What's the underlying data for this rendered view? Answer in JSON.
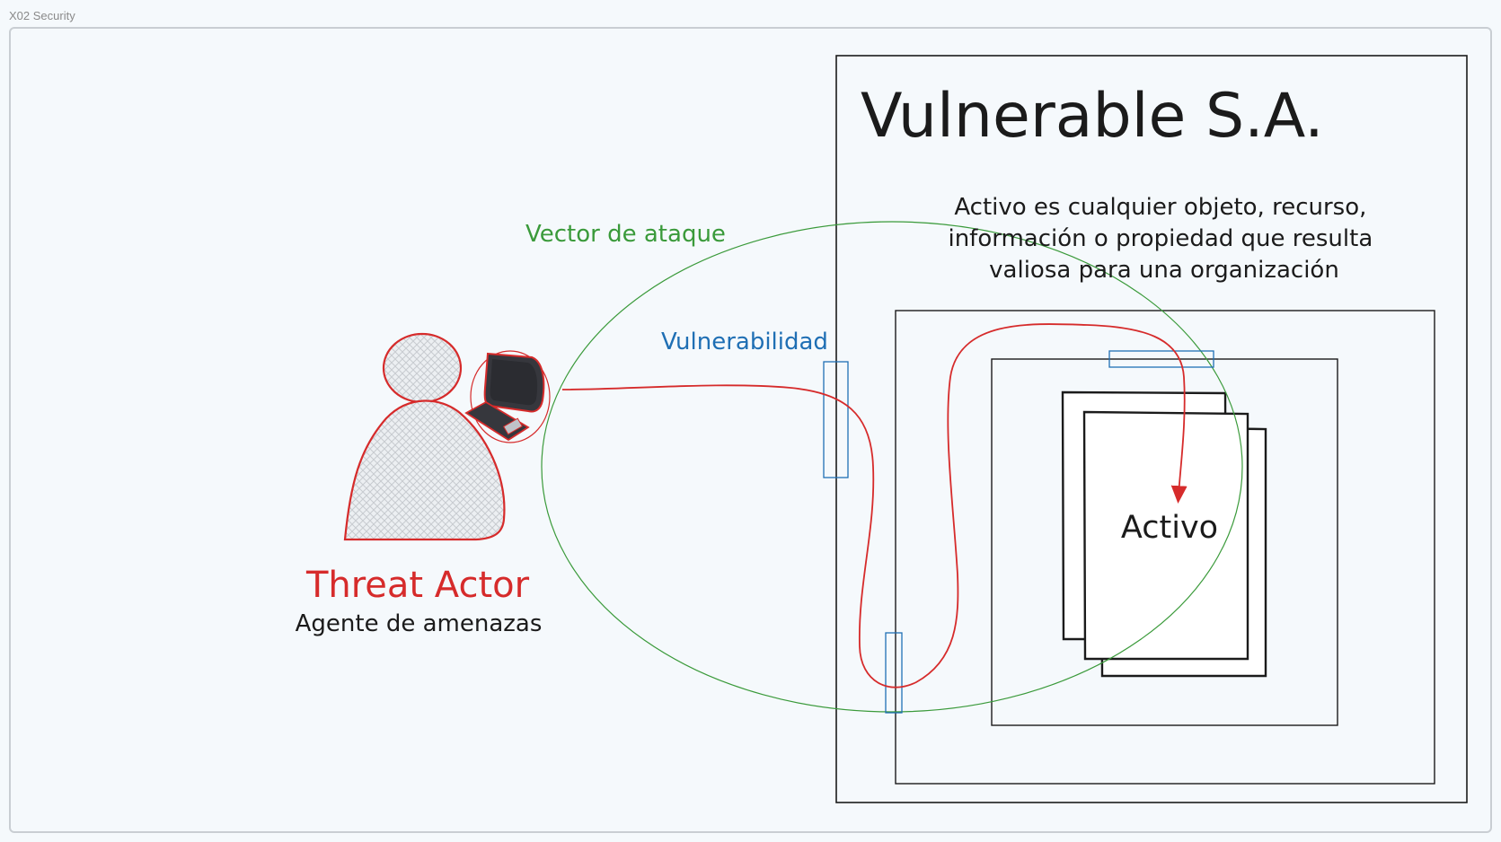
{
  "frame": {
    "label": "X02 Security"
  },
  "diagram": {
    "company_title": "Vulnerable S.A.",
    "asset_description": [
      "Activo es cualquier objeto, recurso,",
      "información o propiedad que resulta",
      "valiosa para una organización"
    ],
    "attack_vector_label": "Vector de ataque",
    "vulnerability_label": "Vulnerabilidad",
    "threat_actor_title": "Threat Actor",
    "threat_actor_subtitle": "Agente de amenazas",
    "asset_label": "Activo"
  },
  "colors": {
    "threat": "#d62b2b",
    "vector": "#3a9a3a",
    "vulnerability": "#1f6fb4",
    "ink": "#1b1b1b",
    "background": "#f5f9fc"
  },
  "icons": [
    "person-icon",
    "computer-icon",
    "document-stack-icon"
  ]
}
